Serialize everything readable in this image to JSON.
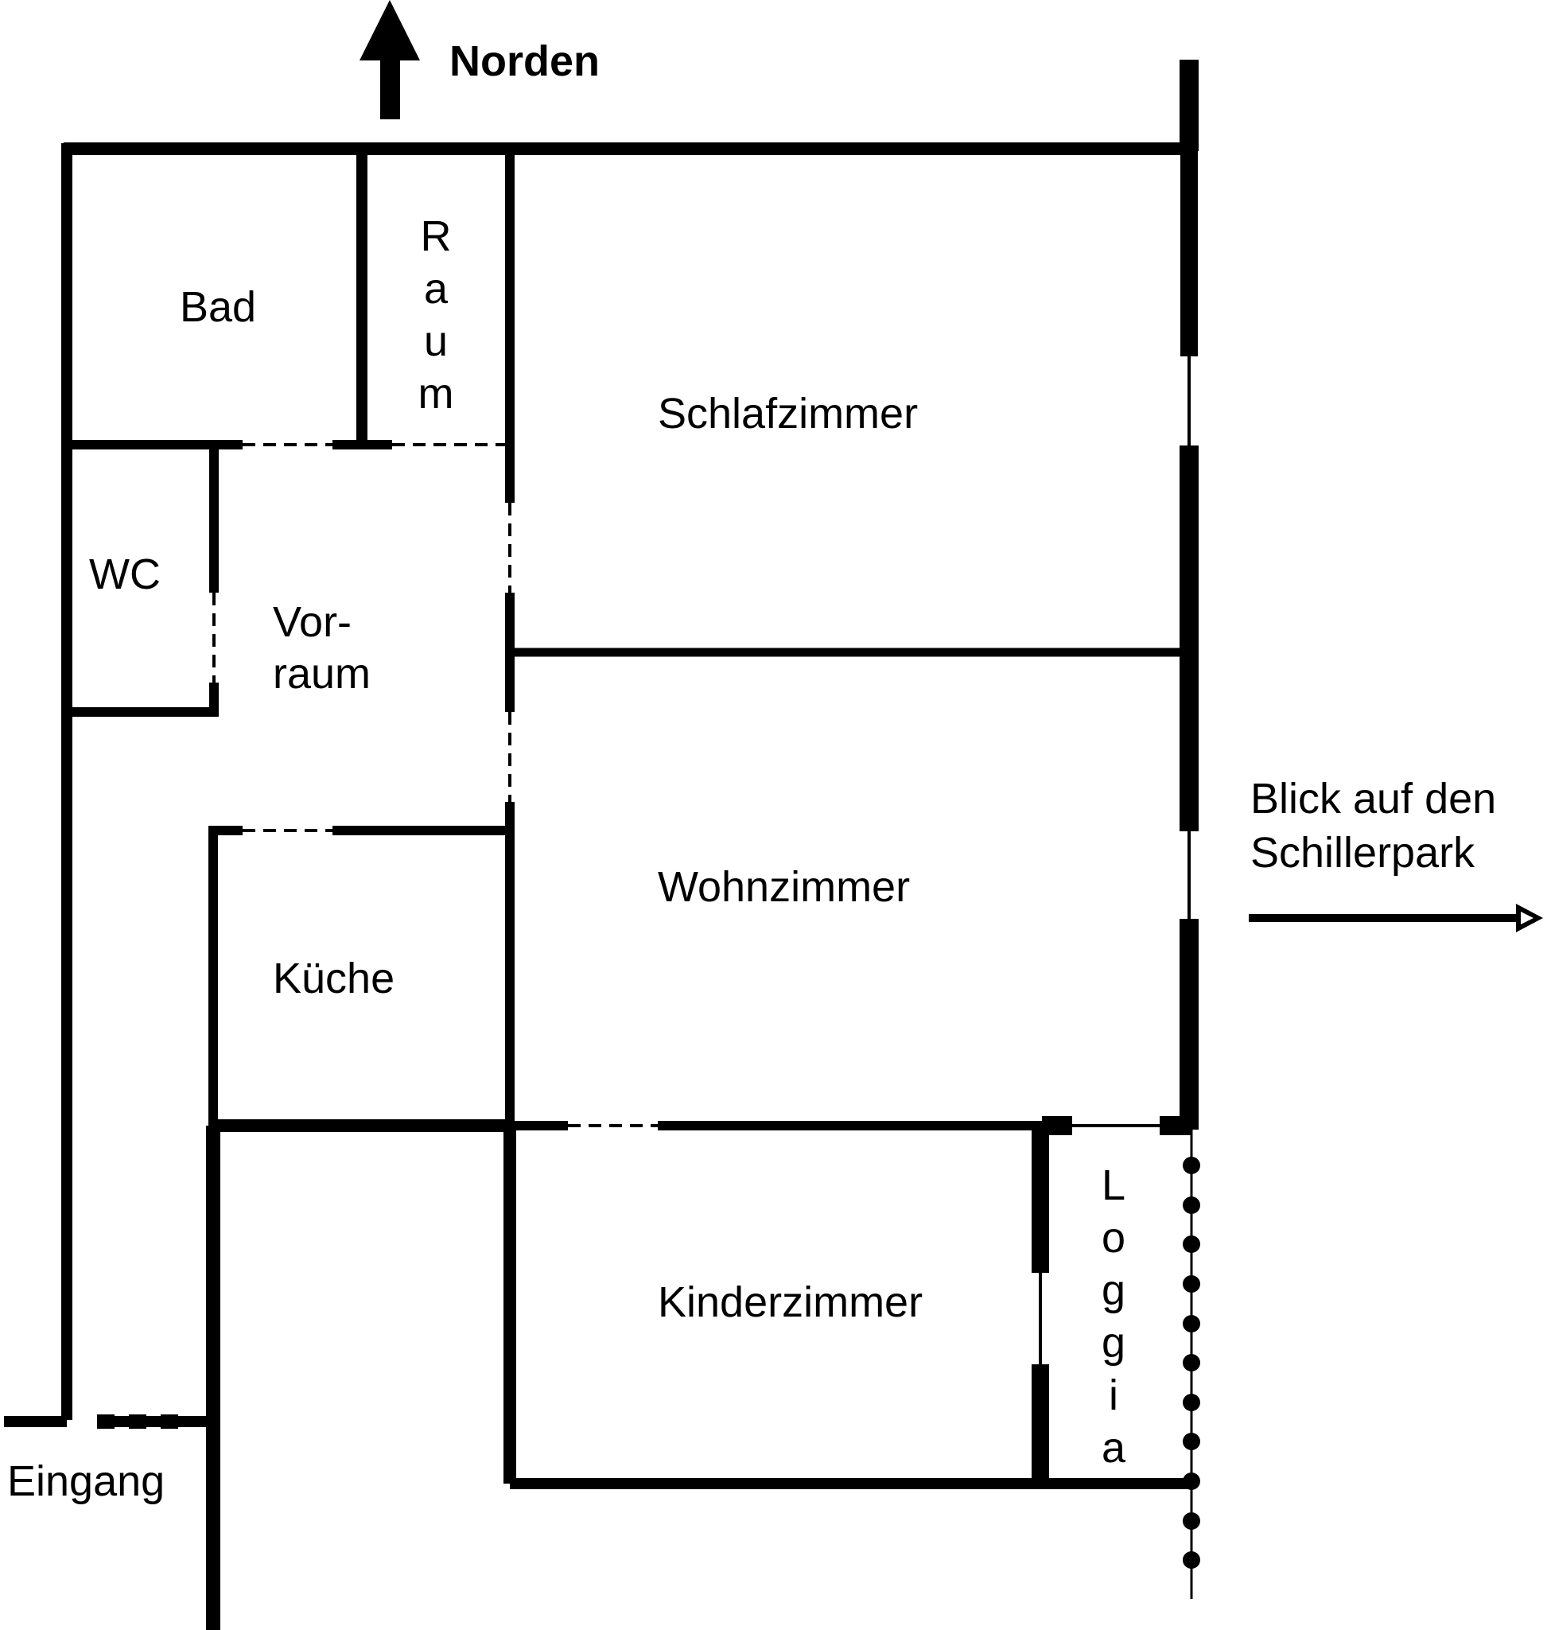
{
  "compass": {
    "label": "Norden"
  },
  "rooms": {
    "bad": "Bad",
    "raum": "Raum",
    "schlafzimmer": "Schlafzimmer",
    "wc": "WC",
    "vorraum_line1": "Vor-",
    "vorraum_line2": "raum",
    "kueche": "Küche",
    "wohnzimmer": "Wohnzimmer",
    "kinderzimmer": "Kinderzimmer",
    "loggia": "Loggia"
  },
  "entrance": {
    "label": "Eingang"
  },
  "view": {
    "line1": "Blick auf den",
    "line2": "Schillerpark"
  },
  "colors": {
    "ink": "#000000",
    "paper": "#ffffff"
  }
}
